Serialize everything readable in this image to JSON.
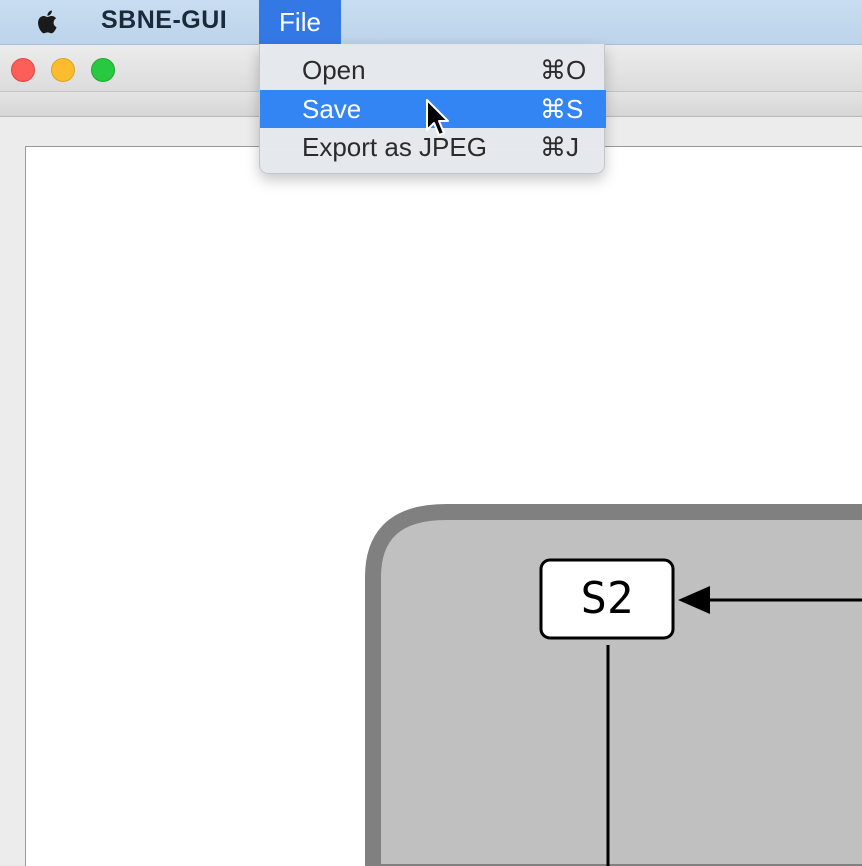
{
  "menubar": {
    "app_name": "SBNE-GUI",
    "active_menu": "File"
  },
  "file_menu": {
    "items": [
      {
        "label": "Open",
        "shortcut": "⌘O",
        "highlighted": false
      },
      {
        "label": "Save",
        "shortcut": "⌘S",
        "highlighted": true
      },
      {
        "label": "Export as JPEG",
        "shortcut": "⌘J",
        "highlighted": false
      }
    ]
  },
  "diagram": {
    "species_label": "S2"
  },
  "colors": {
    "menu_highlight": "#3485f4",
    "menubar": "#c9ddf1",
    "compartment_fill": "#c0c0c0",
    "compartment_border": "#808080"
  },
  "icons": [
    "apple-icon",
    "close-icon",
    "minimize-icon",
    "zoom-icon",
    "cursor-icon",
    "arrowhead-icon"
  ]
}
